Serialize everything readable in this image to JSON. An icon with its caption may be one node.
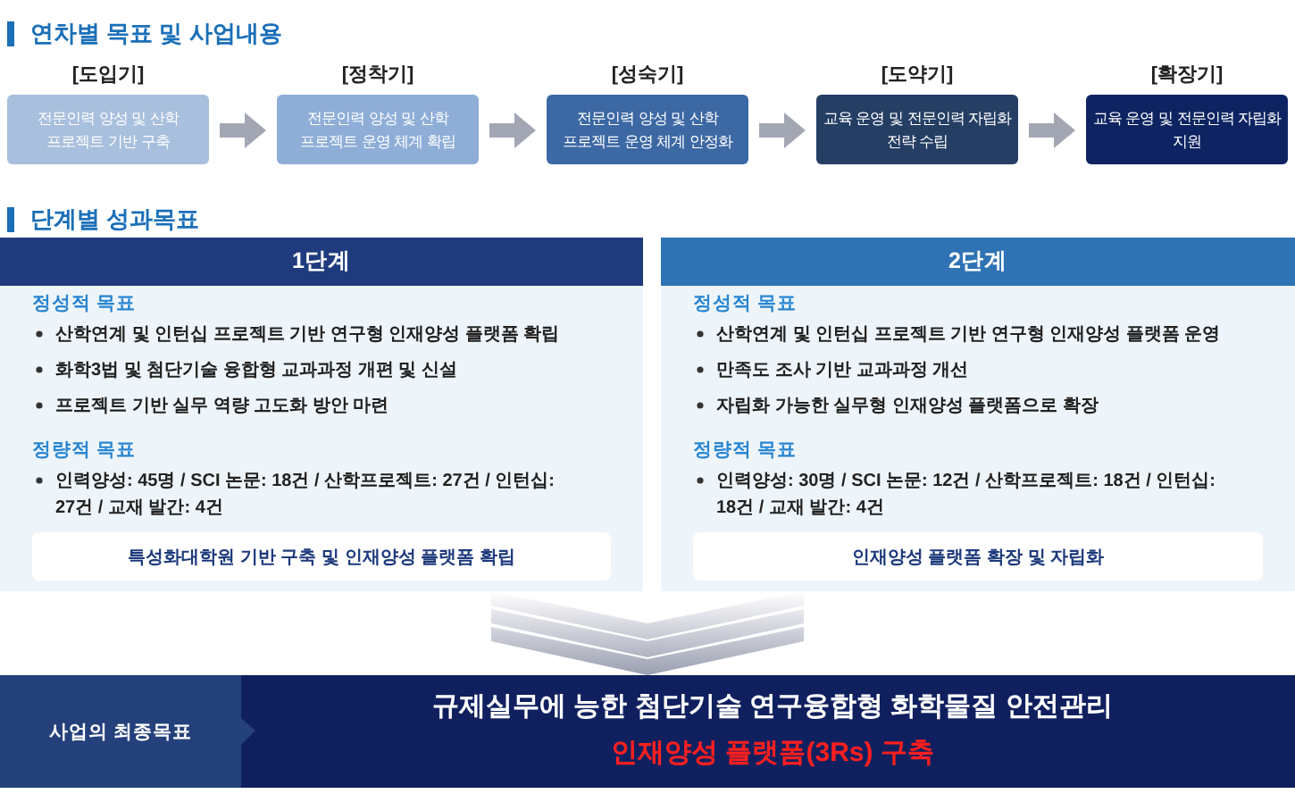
{
  "diagram": {
    "nodes": [
      {
        "text": [
          "[도입기]",
          "전문인력 양성 및 산학 프로젝트 기반 구축"
        ]
      },
      {
        "text": [
          "[정착기]",
          "전문인력 양성 및 산학 프로젝트 운영 체계 확립"
        ]
      },
      {
        "text": [
          "[성숙기]",
          "전문인력 양성 및 산학 프로젝트 운영 체계 안정화"
        ]
      },
      {
        "text": [
          "[도약기]",
          "교육 운영 및 전문인력 자립화 전략 수립"
        ]
      },
      {
        "text": [
          "[확장기]",
          "교육 운영 및 전문인력 자립화 지원"
        ]
      },
      {
        "text": [
          "1단계",
          "정성적 목표",
          "산학연계 및 인턴십 프로젝트 기반 연구형 인재양성 플랫폼 확립",
          "화학3법 및 첨단기술 융합형 교과과정 개편 및 신설",
          "프로젝트 기반 실무 역량 고도화 방안 마련",
          "정량적 목표",
          "인력양성: 45명 / SCI 논문: 18건 / 산학프로젝트: 27건 / 인턴십: 27건 / 교재 발간: 4건"
        ]
      },
      {
        "text": [
          "특성화대학원 기반 구축 및 인재양성 플랫폼 확립"
        ],
        "in": 5
      },
      {
        "text": [
          "2단계",
          "정성적 목표",
          "산학연계 및 인턴십 프로젝트 기반 연구형 인재양성 플랫폼 운영",
          "만족도 조사 기반 교과과정 개선",
          "자립화 가능한 실무형 인재양성 플랫폼으로 확장",
          "정량적 목표",
          "인력양성: 30명 / SCI 논문: 12건 / 산학프로젝트: 18건 / 인턴십: 18건 / 교재 발간: 4건"
        ]
      },
      {
        "text": [
          "인재양성 플랫폼 확장 및 자립화"
        ],
        "in": 7
      },
      {
        "text": [
          "규제실무에 능한 첨단기술 연구융합형 화학물질 안전관리",
          "인재양성 플랫폼(3Rs) 구축"
        ]
      },
      {
        "text": [
          "사업의 최종목표"
        ],
        "in": 9
      }
    ],
    "edges": [
      {
        "from": 0,
        "to": 1,
        "arrow": "to"
      },
      {
        "from": 1,
        "to": 2,
        "arrow": "to"
      },
      {
        "from": 2,
        "to": 3,
        "arrow": "to"
      },
      {
        "from": 3,
        "to": 4,
        "arrow": "to"
      },
      {
        "from": 5,
        "to": 9,
        "arrow": "to"
      },
      {
        "from": 7,
        "to": 9,
        "arrow": "to"
      }
    ],
    "labels": [
      "연차별 목표 및 사업내용",
      "단계별 성과목표"
    ]
  }
}
